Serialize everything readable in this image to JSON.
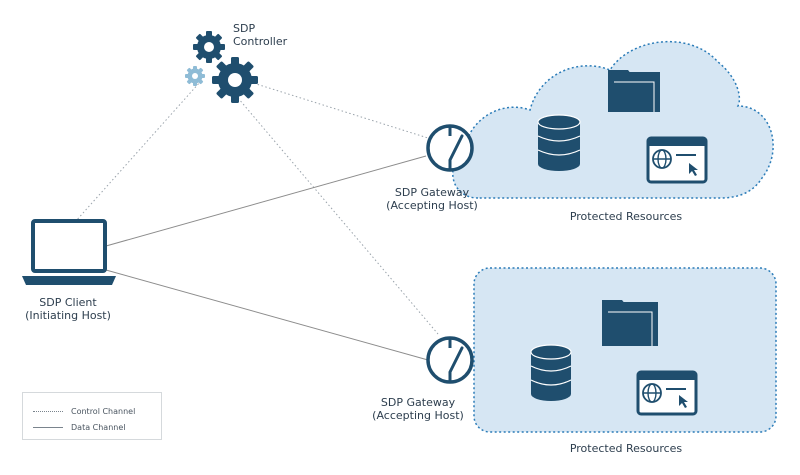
{
  "controller": {
    "line1": "SDP",
    "line2": "Controller"
  },
  "client": {
    "line1": "SDP Client",
    "line2": "(Initiating Host)"
  },
  "gateway_top": {
    "line1": "SDP Gateway",
    "line2": "(Accepting Host)"
  },
  "gateway_bottom": {
    "line1": "SDP Gateway",
    "line2": "(Accepting Host)"
  },
  "resources_top": {
    "label": "Protected Resources"
  },
  "resources_bottom": {
    "label": "Protected Resources"
  },
  "legend": {
    "control": "Control Channel",
    "data": "Data Channel"
  },
  "colors": {
    "navy": "#1f4e6e",
    "light_blue": "#d6e6f3",
    "border_blue": "#2b7cb8",
    "gear_light": "#8fbcd6",
    "line_gray": "#888888"
  }
}
